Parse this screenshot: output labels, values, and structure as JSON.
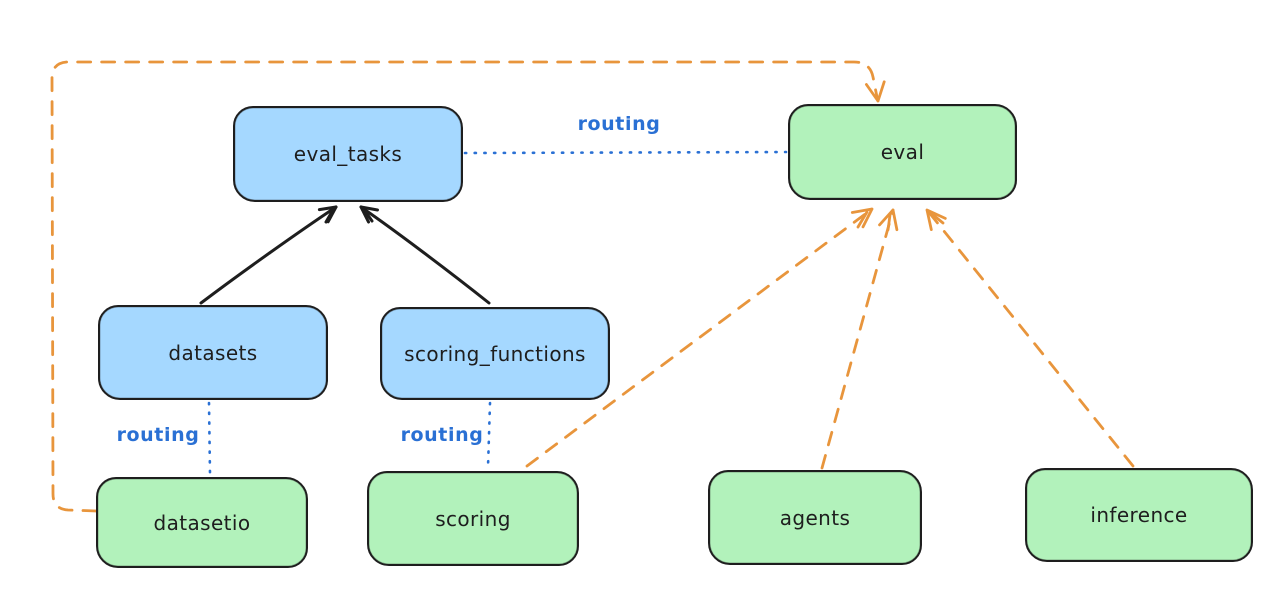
{
  "colors": {
    "background": "#ffffff",
    "node_stroke": "#1e1e1e",
    "blue_node_fill": "#a5d8ff",
    "green_node_fill": "#b2f2bb",
    "routing_blue": "#2a70d4",
    "provider_orange": "#e8953c"
  },
  "nodes": [
    {
      "id": "eval_tasks",
      "label": "eval_tasks",
      "fill": "blue"
    },
    {
      "id": "eval",
      "label": "eval",
      "fill": "green"
    },
    {
      "id": "datasets",
      "label": "datasets",
      "fill": "blue"
    },
    {
      "id": "scoring_functions",
      "label": "scoring_functions",
      "fill": "blue"
    },
    {
      "id": "datasetio",
      "label": "datasetio",
      "fill": "green"
    },
    {
      "id": "scoring",
      "label": "scoring",
      "fill": "green"
    },
    {
      "id": "agents",
      "label": "agents",
      "fill": "green"
    },
    {
      "id": "inference",
      "label": "inference",
      "fill": "green"
    }
  ],
  "edge_labels": {
    "eval_tasks_to_eval": "routing",
    "datasets_to_datasetio": "routing",
    "scoring_functions_to_scoring": "routing"
  },
  "edges": [
    {
      "from": "datasets",
      "to": "eval_tasks",
      "style": "solid-black-arrow"
    },
    {
      "from": "scoring_functions",
      "to": "eval_tasks",
      "style": "solid-black-arrow"
    },
    {
      "from": "eval_tasks",
      "to": "eval",
      "style": "dotted-blue",
      "label": "routing"
    },
    {
      "from": "datasets",
      "to": "datasetio",
      "style": "dotted-blue",
      "label": "routing"
    },
    {
      "from": "scoring_functions",
      "to": "scoring",
      "style": "dotted-blue",
      "label": "routing"
    },
    {
      "from": "datasetio",
      "to": "eval",
      "style": "dashed-orange-arrow"
    },
    {
      "from": "scoring",
      "to": "eval",
      "style": "dashed-orange-arrow"
    },
    {
      "from": "agents",
      "to": "eval",
      "style": "dashed-orange-arrow"
    },
    {
      "from": "inference",
      "to": "eval",
      "style": "dashed-orange-arrow"
    }
  ]
}
